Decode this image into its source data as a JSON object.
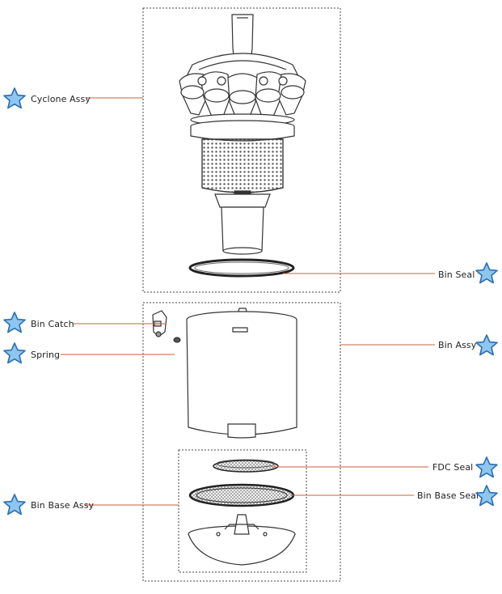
{
  "colors": {
    "leader_line": "#c8603c",
    "star_fill": "#8ec6ef",
    "star_stroke": "#2a6fb3",
    "part_stroke": "#333333"
  },
  "parts": [
    {
      "id": "cyclone-assy",
      "label": "Cyclone Assy",
      "icon": "star-icon"
    },
    {
      "id": "bin-seal",
      "label": "Bin Seal",
      "icon": "star-icon"
    },
    {
      "id": "bin-catch",
      "label": "Bin Catch",
      "icon": "star-icon"
    },
    {
      "id": "bin-assy",
      "label": "Bin Assy",
      "icon": "star-icon"
    },
    {
      "id": "spring",
      "label": "Spring",
      "icon": "star-icon"
    },
    {
      "id": "fdc-seal",
      "label": "FDC Seal",
      "icon": "star-icon"
    },
    {
      "id": "bin-base-assy",
      "label": "Bin Base Assy",
      "icon": "star-icon"
    },
    {
      "id": "bin-base-seal",
      "label": "Bin Base Seal",
      "icon": "star-icon"
    }
  ]
}
